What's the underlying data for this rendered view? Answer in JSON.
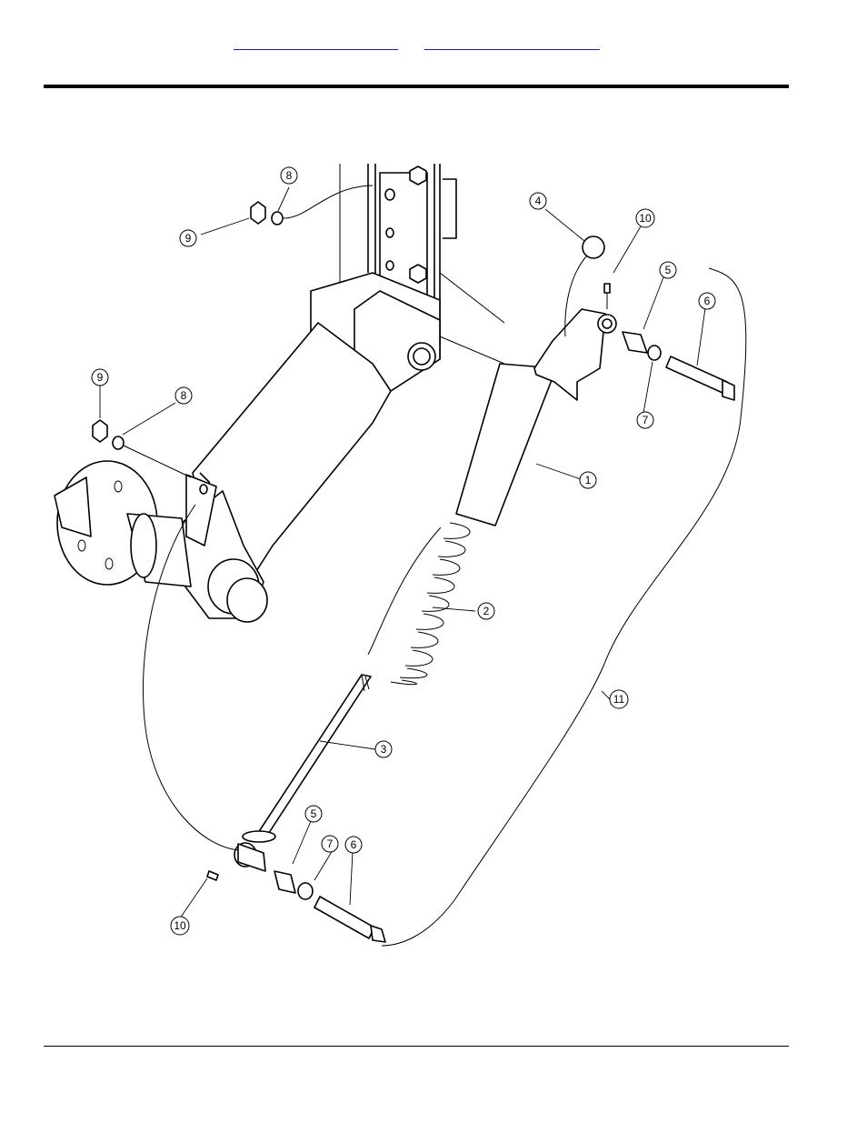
{
  "header": {
    "link_a": "",
    "link_b": ""
  },
  "callouts": [
    {
      "id": "c1",
      "label": "1"
    },
    {
      "id": "c2",
      "label": "2"
    },
    {
      "id": "c3",
      "label": "3"
    },
    {
      "id": "c4",
      "label": "4"
    },
    {
      "id": "c5a",
      "label": "5"
    },
    {
      "id": "c5b",
      "label": "5"
    },
    {
      "id": "c6a",
      "label": "6"
    },
    {
      "id": "c6b",
      "label": "6"
    },
    {
      "id": "c7a",
      "label": "7"
    },
    {
      "id": "c7b",
      "label": "7"
    },
    {
      "id": "c8a",
      "label": "8"
    },
    {
      "id": "c8b",
      "label": "8"
    },
    {
      "id": "c9a",
      "label": "9"
    },
    {
      "id": "c9b",
      "label": "9"
    },
    {
      "id": "c10a",
      "label": "10"
    },
    {
      "id": "c10b",
      "label": "10"
    },
    {
      "id": "c11",
      "label": "11"
    }
  ]
}
